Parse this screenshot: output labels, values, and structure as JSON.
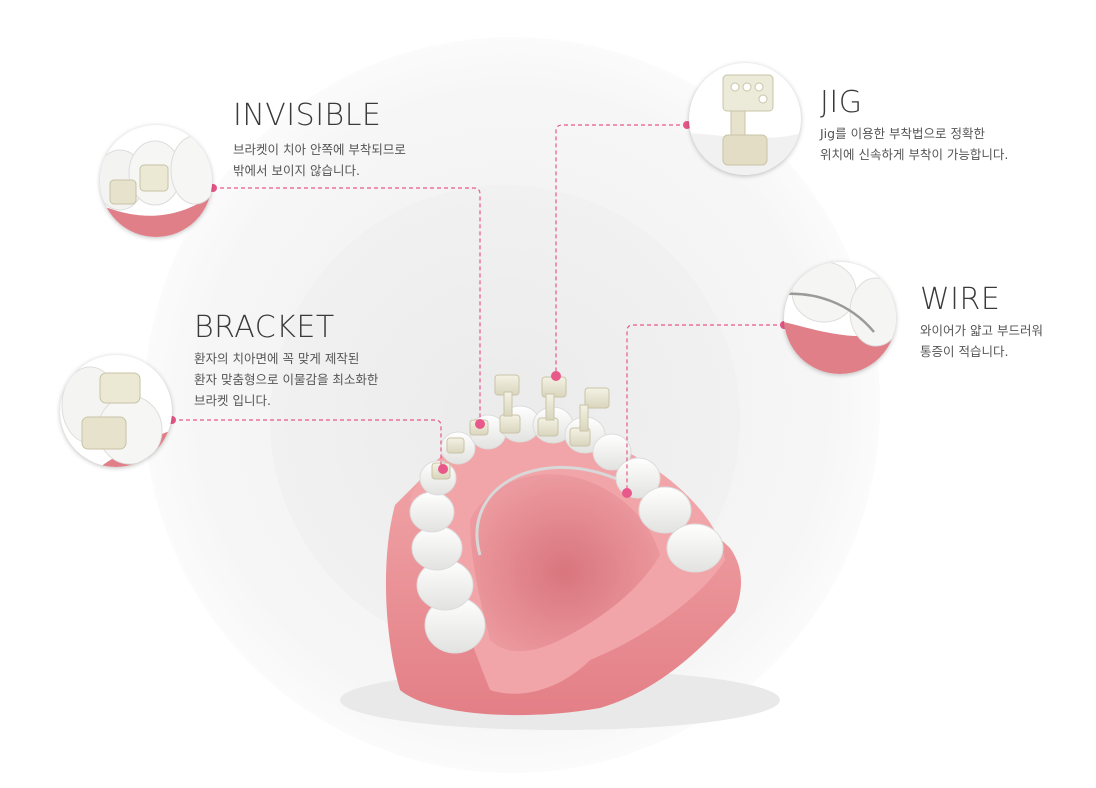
{
  "features": [
    {
      "id": "invisible",
      "title": "INVISIBLE",
      "lines": [
        "브라켓이 치아 안쪽에 부착되므로",
        "밖에서 보이지 않습니다."
      ],
      "icon": "bracket-closeup-icon"
    },
    {
      "id": "jig",
      "title": "JIG",
      "lines": [
        "Jig를 이용한 부착법으로 정확한",
        "위치에 신속하게 부착이 가능합니다."
      ],
      "icon": "jig-icon"
    },
    {
      "id": "bracket",
      "title": "BRACKET",
      "lines": [
        "환자의 치아면에 꼭 맞게 제작된",
        "환자 맞춤형으로 이물감을 최소화한",
        "브라켓 입니다."
      ],
      "icon": "bracket-icon"
    },
    {
      "id": "wire",
      "title": "WIRE",
      "lines": [
        "와이어가 얇고 부드러워",
        "통증이 적습니다."
      ],
      "icon": "wire-icon"
    }
  ],
  "colors": {
    "accent": "#e8588a",
    "gum": "#e88a8f",
    "tooth": "#f4f4f2",
    "bracket": "#e9e6d4",
    "halo": "#f3f3f3"
  },
  "illustration": {
    "icon": "lingual-braces-dental-model-icon"
  }
}
